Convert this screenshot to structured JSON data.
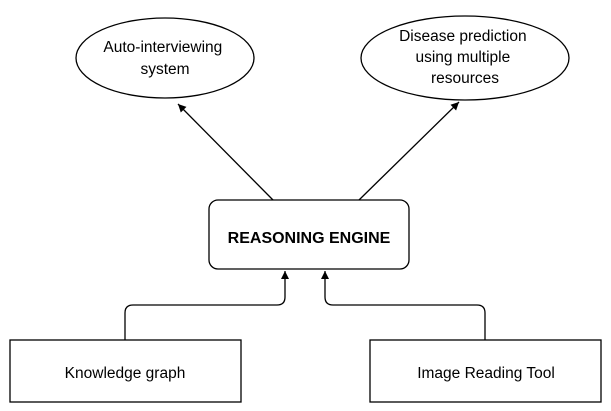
{
  "diagram": {
    "nodes": {
      "auto_interviewing": {
        "lines": [
          "Auto-interviewing",
          "system"
        ]
      },
      "disease_prediction": {
        "lines": [
          "Disease prediction",
          "using multiple",
          "resources"
        ]
      },
      "reasoning_engine": {
        "label": "REASONING ENGINE"
      },
      "knowledge_graph": {
        "label": "Knowledge graph"
      },
      "image_reading_tool": {
        "label": "Image Reading Tool"
      }
    },
    "edges": [
      {
        "from": "reasoning_engine",
        "to": "auto_interviewing"
      },
      {
        "from": "reasoning_engine",
        "to": "disease_prediction"
      },
      {
        "from": "knowledge_graph",
        "to": "reasoning_engine"
      },
      {
        "from": "image_reading_tool",
        "to": "reasoning_engine"
      }
    ],
    "colors": {
      "stroke": "#000000",
      "fill": "#ffffff",
      "text": "#000000"
    }
  }
}
